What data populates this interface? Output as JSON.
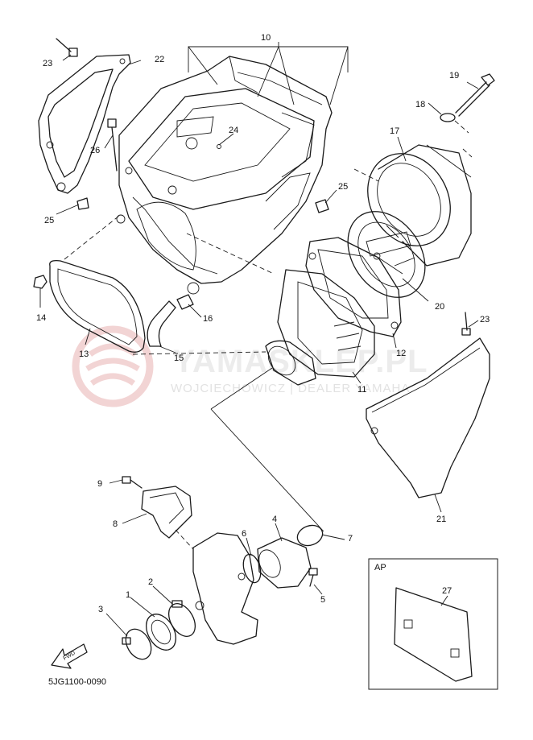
{
  "diagram": {
    "code": "5JG1100-0090",
    "fwd_label": "FWD",
    "inset_label": "AP",
    "watermark_main": "YAMASKLEP.PL",
    "watermark_sub": "WOJCIECHOWICZ | DEALER YAMAHA",
    "callouts": [
      "10",
      "22",
      "23",
      "19",
      "18",
      "17",
      "24",
      "26",
      "25",
      "25",
      "14",
      "13",
      "16",
      "15",
      "20",
      "12",
      "11",
      "23",
      "21",
      "9",
      "8",
      "7",
      "6",
      "4",
      "2",
      "1",
      "3",
      "5",
      "27"
    ]
  }
}
